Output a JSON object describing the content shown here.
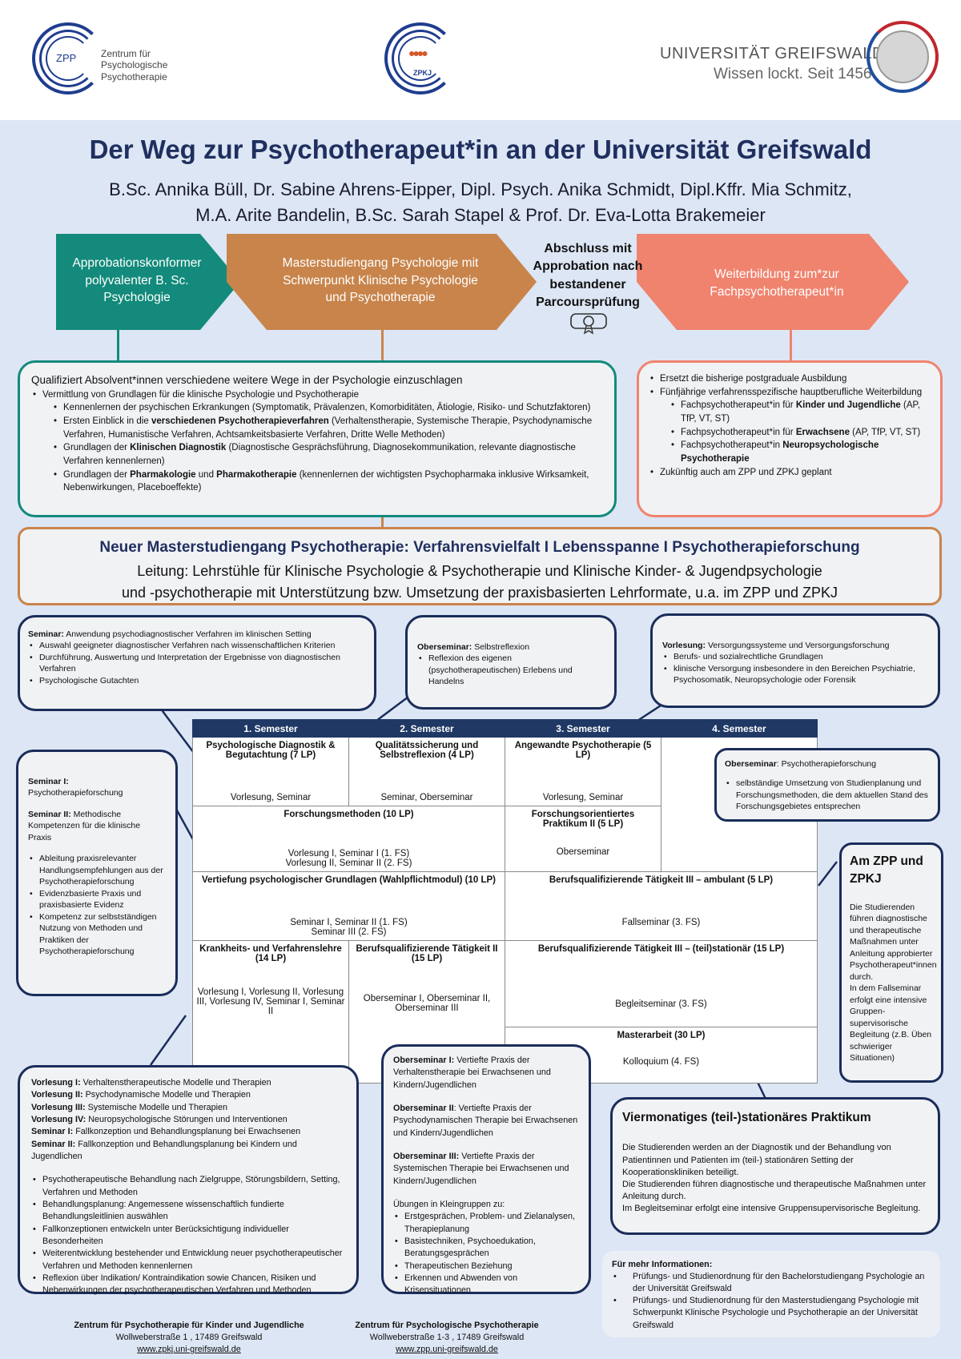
{
  "header": {
    "zpp_logo_text": "ZPP",
    "zpp_label": [
      "Zentrum für",
      "Psychologische",
      "Psychotherapie"
    ],
    "zpkj_logo_text": "ZPKJ",
    "uni_name": "UNIVERSITÄT GREIFSWALD",
    "uni_slogan": "Wissen lockt. Seit 1456"
  },
  "title": "Der Weg zur Psychotherapeut*in an der Universität Greifswald",
  "authors_line1": "B.Sc. Annika Büll, Dr. Sabine Ahrens-Eipper, Dipl. Psych. Anika Schmidt, Dipl.Kffr. Mia Schmitz,",
  "authors_line2": "M.A. Arite Bandelin, B.Sc. Sarah Stapel & Prof. Dr. Eva-Lotta Brakemeier",
  "colors": {
    "teal": "#138a7b",
    "brown": "#c8844b",
    "salmon": "#f0836e",
    "navy": "#1a2d5a"
  },
  "steps": {
    "bsc": "Approbationskonformer polyvalenter B. Sc. Psychologie",
    "msc": "Masterstudiengang Psychologie mit Schwerpunkt Klinische Psychologie und Psychotherapie",
    "exam": "Abschluss mit Approbation nach bestandener Parcoursprüfung",
    "weiter": "Weiterbildung zum*zur Fachpsychotherapeut*in",
    "diploma_icon": "diploma-icon"
  },
  "qual": {
    "heading": "Qualifiziert Absolvent*innen verschiedene weitere Wege in der Psychologie einzuschlagen",
    "b1": "Vermittlung von Grundlagen für die klinische Psychologie und Psychotherapie",
    "s1": "Kennenlernen der psychischen Erkrankungen (Symptomatik, Prävalenzen, Komorbiditäten, Ätiologie, Risiko- und Schutzfaktoren)",
    "s2a": "Ersten Einblick in die ",
    "s2b": "verschiedenen Psychotherapieverfahren",
    "s2c": " (Verhaltenstherapie, Systemische Therapie, Psychodynamische Verfahren, Humanistische Verfahren, Achtsamkeitsbasierte Verfahren, Dritte Welle Methoden)",
    "s3a": "Grundlagen der ",
    "s3b": "Klinischen Diagnostik",
    "s3c": " (Diagnostische Gesprächsführung, Diagnosekommunikation, relevante diagnostische Verfahren kennenlernen)",
    "s4a": "Grundlagen der ",
    "s4b": "Pharmakologie",
    "s4c": " und ",
    "s4d": "Pharmakotherapie",
    "s4e": " (kennenlernen der wichtigsten Psychopharmaka inklusive Wirksamkeit, Nebenwirkungen, Placeboeffekte)"
  },
  "wb": {
    "b1": "Ersetzt die bisherige postgraduale Ausbildung",
    "b2": "Fünfjährige verfahrensspezifische hauptberufliche Weiterbildung",
    "s1a": "Fachpsychotherapeut*in  für ",
    "s1b": "Kinder und Jugendliche",
    "s1c": " (AP, TfP, VT, ST)",
    "s2a": "Fachpsychotherapeut*in für ",
    "s2b": "Erwachsene",
    "s2c": " (AP, TfP, VT, ST)",
    "s3a": "Fachpsychotherapeut*in  ",
    "s3b": "Neuropsychologische Psychotherapie",
    "b3": "Zukünftig auch am ZPP und ZPKJ geplant"
  },
  "neu": {
    "title": "Neuer Masterstudiengang Psychotherapie: Verfahrensvielfalt I Lebensspanne I Psychotherapieforschung",
    "line1": "Leitung: Lehrstühle für Klinische Psychologie & Psychotherapie und Klinische Kinder- & Jugendpsychologie",
    "line2": "und -psychotherapie mit Unterstützung bzw. Umsetzung der praxisbasierten Lehrformate, u.a. im ZPP und ZPKJ"
  },
  "semdiag": {
    "t": "Seminar:",
    "tt": " Anwendung psychodiagnostischer Verfahren im klinischen Setting",
    "b1": "Auswahl geeigneter diagnostischer Verfahren nach wissenschaftlichen Kriterien",
    "b2": "Durchführung, Auswertung und Interpretation der Ergebnisse von diagnostischen Verfahren",
    "b3": "Psychologische Gutachten"
  },
  "obself": {
    "t": "Oberseminar:",
    "tt": "  Selbstreflexion",
    "b1": "Reflexion des eigenen (psychotherapeutischen)  Erlebens und Handelns"
  },
  "vorver": {
    "t": "Vorlesung:",
    "tt": " Versorgungssysteme und Versorgungsforschung",
    "b1": "Berufs- und sozialrechtliche Grundlagen",
    "b2": "klinische Versorgung insbesondere in den Bereichen Psychiatrie, Psychosomatik, Neuropsychologie oder Forensik"
  },
  "semfor": {
    "t1": "Seminar I:",
    "t1b": "Psychotherapieforschung",
    "t2": "Seminar II:",
    "t2b": " Methodische Kompetenzen für die klinische Praxis",
    "b1": "Ableitung praxisrelevanter Handlungsempfehlungen aus der Psychotherapieforschung",
    "b2": "Evidenzbasierte Praxis und praxisbasierte Evidenz",
    "b3": "Kompetenz zur selbstständigen Nutzung von Methoden und Praktiken der Psychotherapieforschung"
  },
  "obfor": {
    "t": "Oberseminar",
    "tt": ": Psychotherapieforschung",
    "b1": "selbständige Umsetzung von Studienplanung und Forschungsmethoden, die dem aktuellen Stand des Forschungsgebietes entsprechen"
  },
  "zpp": {
    "title": "Am ZPP und ZPKJ",
    "text1": "Die Studierenden führen diagnostische und therapeutische Maßnahmen unter Anleitung approbierter Psychotherapeut*innen durch.",
    "text2": "In dem Fallseminar erfolgt eine intensive Gruppen-supervisorische Begleitung (z.B. Üben schwieriger Situationen)"
  },
  "table": {
    "h1": "1. Semester",
    "h2": "2. Semester",
    "h3": "3. Semester",
    "h4": "4. Semester",
    "r1c1t": "Psychologische Diagnostik & Begutachtung (7 LP)",
    "r1c1b": "Vorlesung, Seminar",
    "r1c2t": "Qualitätssicherung und Selbstreflexion (4 LP)",
    "r1c2b": "Seminar, Oberseminar",
    "r1c3t": "Angewandte Psychotherapie (5 LP)",
    "r1c3b": "Vorlesung, Seminar",
    "r2c12t": "Forschungsmethoden (10 LP)",
    "r2c12b1": "Vorlesung I, Seminar I (1. FS)",
    "r2c12b2": "Vorlesung II, Seminar II (2. FS)",
    "r2c3t": "Forschungsorientiertes Praktikum II (5 LP)",
    "r2c3b": "Oberseminar",
    "r3c12t": "Vertiefung psychologischer Grundlagen (Wahlpflichtmodul) (10 LP)",
    "r3c12b1": "Seminar I, Seminar II (1. FS)",
    "r3c12b2": "Seminar III (2. FS)",
    "r3c34t": "Berufsqualifizierende Tätigkeit III – ambulant (5 LP)",
    "r3c34b": "Fallseminar (3. FS)",
    "r4c1t": "Krankheits- und Verfahrenslehre (14 LP)",
    "r4c1b": "Vorlesung I, Vorlesung II, Vorlesung III, Vorlesung IV, Seminar I, Seminar II",
    "r4c2t": "Berufsqualifizierende Tätigkeit II (15 LP)",
    "r4c2b": "Oberseminar I, Oberseminar II, Oberseminar III",
    "r4c34t": "Berufsqualifizierende Tätigkeit III – (teil)stationär (15 LP)",
    "r4c34b": "Begleitseminar (3. FS)",
    "r5c34t": "Masterarbeit (30 LP)",
    "r5c34b": "Kolloquium (4. FS)"
  },
  "vorl": {
    "l1a": "Vorlesung I:",
    "l1b": " Verhaltenstherapeutische Modelle und Therapien",
    "l2a": "Vorlesung II:",
    "l2b": " Psychodynamische Modelle und Therapien",
    "l3a": "Vorlesung III:",
    "l3b": " Systemische Modelle und Therapien",
    "l4a": "Vorlesung IV:",
    "l4b": " Neuropsychologische Störungen und Interventionen",
    "l5a": "Seminar I:",
    "l5b": " Fallkonzeption und Behandlungsplanung bei Erwachsenen",
    "l6a": "Seminar II:",
    "l6b": " Fallkonzeption und Behandlungsplanung bei Kindern und Jugendlichen",
    "b1": "Psychotherapeutische Behandlung nach Zielgruppe, Störungsbildern, Setting, Verfahren und Methoden",
    "b2": "Behandlungsplanung: Angemessene wissenschaftlich fundierte Behandlungsleitlinien auswählen",
    "b3": "Fallkonzeptionen entwickeln unter Berücksichtigung individueller Besonderheiten",
    "b4": "Weiterentwicklung bestehender und Entwicklung neuer psychotherapeutischer Verfahren und Methoden kennenlernen",
    "b5": " Reflexion über Indikation/ Kontraindikation sowie Chancen, Risiken und Nebenwirkungen der psychotherapeutischen Verfahren und Methoden"
  },
  "obs": {
    "o1a": "Oberseminar I:",
    "o1b": " Vertiefte Praxis der Verhaltenstherapie bei Erwachsenen und Kindern/Jugendlichen",
    "o2a": "Oberseminar II",
    "o2b": ": Vertiefte Praxis der Psychodynamischen Therapie bei Erwachsenen und Kindern/Jugendlichen",
    "o3a": "Oberseminar III:",
    "o3b": " Vertiefte Praxis der Systemischen Therapie bei Erwachsenen und Kindern/Jugendlichen",
    "uebung": "Übungen in Kleingruppen zu:",
    "b1": "Erstgesprächen, Problem- und Zielanalysen, Therapieplanung",
    "b2": "Basistechniken, Psychoedukation, Beratungsgesprächen",
    "b3": "Therapeutischen Beziehung",
    "b4": "Erkennen und Abwenden von Krisensituationen"
  },
  "prak": {
    "title": "Viermonatiges (teil-)stationäres Praktikum",
    "p1": "Die Studierenden werden  an der Diagnostik und der Behandlung von Patientinnen und Patienten im (teil-) stationären Setting der Kooperationskliniken beteiligt.",
    "p2": "Die Studierenden führen diagnostische und therapeutische Maßnahmen unter Anleitung durch.",
    "p3": "Im Begleitseminar erfolgt eine intensive Gruppensupervisorische Begleitung."
  },
  "info": {
    "title": "Für mehr Informationen:",
    "b1": "Prüfungs- und Studienordnung für den Bachelorstudiengang Psychologie an der Universität Greifswald",
    "b2": "Prüfungs- und Studienordnung für den Masterstudiengang Psychologie mit Schwerpunkt Klinische Psychologie und Psychotherapie an der Universität Greifswald"
  },
  "footer": {
    "zpkj_name": "Zentrum für Psychotherapie für Kinder und Jugendliche",
    "zpkj_addr": "Wollweberstraße 1 , 17489 Greifswald",
    "zpkj_url": "www.zpkj.uni-greifswald.de",
    "zpp_name": "Zentrum für Psychologische Psychotherapie",
    "zpp_addr": "Wollweberstraße 1-3 , 17489 Greifswald",
    "zpp_url": "www.zpp.uni-greifswald.de"
  }
}
